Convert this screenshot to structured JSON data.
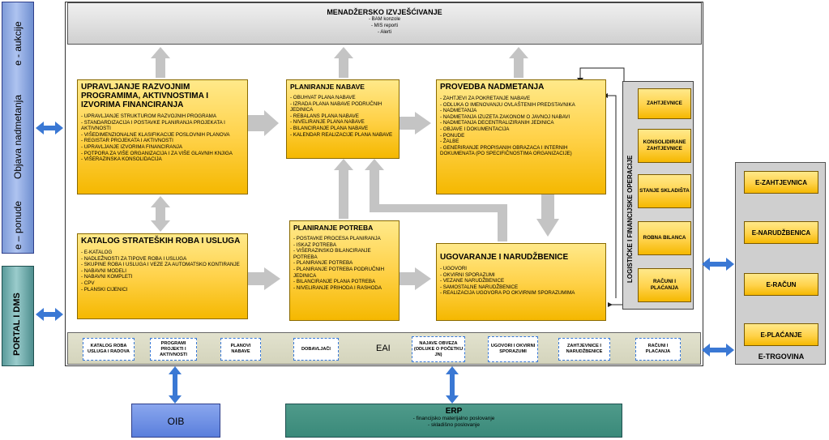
{
  "left_bar": {
    "top_label": "e - aukcije",
    "middle_label": "Objava nadmetanja",
    "bottom_label": "e – ponude"
  },
  "portal_bar": {
    "label": "PORTAL I DMS"
  },
  "management": {
    "title": "MENADŽERSKO IZVJEŠĆIVANJE",
    "items": [
      "- BAM konzole",
      "- MIS reporti",
      "- Alerti"
    ]
  },
  "dev_box": {
    "title": "UPRAVLJANJE RAZVOJNIM PROGRAMIMA, AKTIVNOSTIMA I IZVORIMA FINANCIRANJA",
    "items": [
      "- UPRAVLJANJE STRUKTUROM RAZVOJNIH PROGRAMA",
      "- STANDARDIZACIJA I POSTAVKE PLANIRANJA PROJEKATA I AKTIVNOSTI",
      "- VIŠEDIMENZIONALNE KLASIFIKACIJE POSLOVNIH PLANOVA",
      "- REGISTAR PROJEKATA I AKTIVNOSTI",
      "- UPRAVLJANJE IZVORIMA FINANCIRANJA",
      "- POTPORA ZA VIŠE ORGANIZACIJA I ZA VIŠE GLAVNIH KNJIGA",
      "- VIŠERAZINSKA KONSOLIDACIJA"
    ]
  },
  "procurement_plan": {
    "title": "PLANIRANJE NABAVE",
    "items": [
      "- OBUHVAT PLANA NABAVE",
      "- IZRADA PLANA NABAVE PODRUČNIH JEDINICA",
      "- REBALANS PLANA NABAVE",
      "- NIVELIRANJE PLANA NABAVE",
      "- BILANCIRANJE PLANA NABAVE",
      "- KALENDAR REALIZACIJE PLANA NABAVE"
    ]
  },
  "tender": {
    "title": "PROVEDBA NADMETANJA",
    "items": [
      "- ZAHTJEVI ZA POKRETANJE NABAVE",
      "- ODLUKA O IMENOVANJU OVLAŠTENIH PREDSTAVNIKA",
      "- NADMETANJA",
      "- NADMETANJA IZUZETA ZAKONOM O JAVNOJ NABAVI",
      "- NADMETANJA DECENTRALIZIRANIH JEDINICA",
      "- OBJAVE I DOKUMENTACIJA",
      "- PONUDE",
      "- ŽALBE",
      "- GENERIRANJE PROPISANIH OBRAZACA I INTERNIH DOKUMENATA (PO SPECIFIČNOSTIMA ORGANIZACIJE)"
    ]
  },
  "catalog": {
    "title": "KATALOG STRATEŠKIH ROBA I USLUGA",
    "items": [
      "- E-KATALOG",
      "- NADLEŽNOSTI ZA TIPOVE ROBA I USLUGA",
      "- SKUPINE ROBA I USLUGA I VEZE ZA AUTOMATSKO KONTIRANJE",
      "- NABAVNI MODELI",
      "- NABAVNI KOMPLETI",
      "- CPV",
      "- PLANSKI CIJENICI"
    ]
  },
  "needs_plan": {
    "title": "PLANIRANJE POTREBA",
    "items": [
      "- POSTAVKE PROCESA PLANIRANJA",
      "- ISKAZ POTREBA",
      "- VIŠERAZINSKO BILANCIRANJE POTREBA",
      "- PLANIRANJE POTREBA",
      "- PLANIRANJE POTREBA PODRUČNIH JEDINICA",
      "- BILANCIRANJE PLANA POTREBA",
      "- NIVELIRANJE PRIHODA I RASHODA"
    ]
  },
  "contracts": {
    "title": "UGOVARANJE I NARUDŽBENICE",
    "items": [
      "- UGOVORI",
      "- OKVIRNI SPORAZUMI",
      "- VEZANE NARUDŽBENICE",
      "- SAMOSTALNE NARUDŽBENICE",
      "- REALIZACIJA UGOVORA PO OKVIRNIM SPORAZUMIMA"
    ]
  },
  "logistics": {
    "label": "LOGISTIČKE I FINANCIJSKE OPERACIJE",
    "boxes": [
      "ZAHTJEVNICE",
      "KONSOLIDIRANE ZAHTJEVNICE",
      "STANJE SKLADIŠTA",
      "ROBNA BILANCA",
      "RAČUNI I PLAĆANJA"
    ]
  },
  "eai": {
    "label": "EAI",
    "boxes": [
      "KATALOG ROBA USLUGA I RADOVA",
      "PROGRAMI PROJEKTI I AKTIVNOSTI",
      "PLANOVI NABAVE",
      "DOBAVLJAČI",
      "NAJAVE OBVEZA (ODLUKE O POČETKU JN)",
      "UGOVORI I OKVIRNI SPORAZUMI",
      "ZAHTJEVNICE I NARUDŽBENICE",
      "RAČUNI I PLAĆANJA"
    ]
  },
  "etrgovina": {
    "label": "E-TRGOVINA",
    "boxes": [
      "E-ZAHTJEVNICA",
      "E-NARUDŽBENICA",
      "E-RAČUN",
      "E-PLAĆANJE"
    ]
  },
  "oib": {
    "label": "OIB"
  },
  "erp": {
    "title": "ERP",
    "items": [
      "- financijsko materijalno poslovanje",
      "- skladišno poslovanje"
    ]
  }
}
